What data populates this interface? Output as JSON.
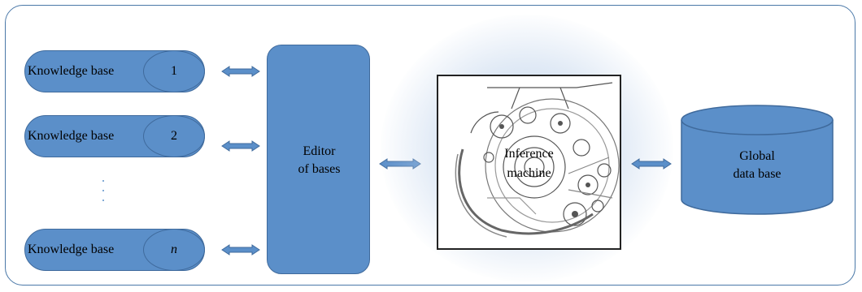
{
  "knowledge_bases": [
    {
      "label": "Knowledge base",
      "index": "1"
    },
    {
      "label": "Knowledge base",
      "index": "2"
    },
    {
      "label": "Knowledge base",
      "index": "n"
    }
  ],
  "editor": {
    "line1": "Editor",
    "line2": "of bases"
  },
  "inference": {
    "line1": "Inference",
    "line2": "machine"
  },
  "database": {
    "line1": "Global",
    "line2": "data base"
  },
  "colors": {
    "fill": "#5b8fc9",
    "stroke": "#3f6a9c",
    "frame": "#4a78a8"
  }
}
